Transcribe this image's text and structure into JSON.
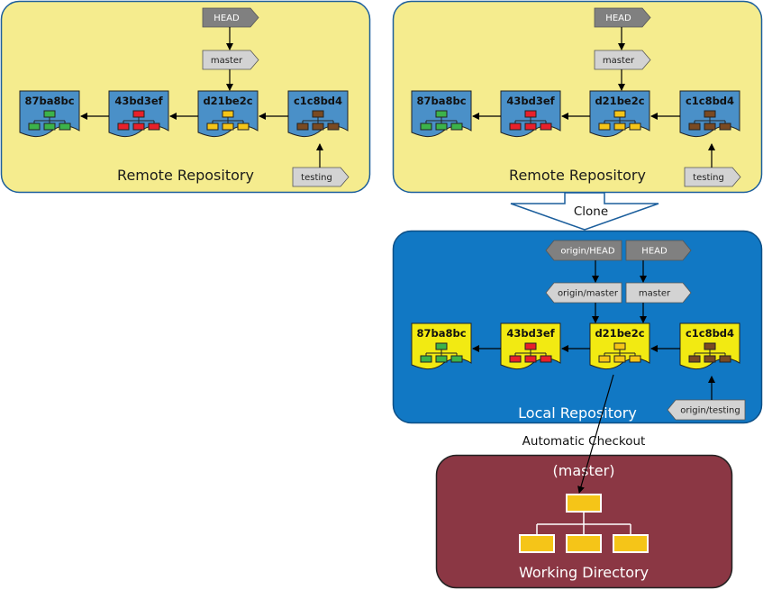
{
  "panels": {
    "remote_left": {
      "title": "Remote Repository"
    },
    "remote_right": {
      "title": "Remote Repository"
    },
    "local": {
      "title": "Local Repository"
    },
    "working": {
      "title": "Working Directory",
      "branch": "(master)"
    }
  },
  "commits": {
    "c1": {
      "id": "87ba8bc",
      "color": "#3cb34a"
    },
    "c2": {
      "id": "43bd3ef",
      "color": "#e8202a"
    },
    "c3": {
      "id": "d21be2c",
      "color": "#f5c518"
    },
    "c4": {
      "id": "c1c8bd4",
      "color": "#7a4a22"
    }
  },
  "refs": {
    "head": "HEAD",
    "master": "master",
    "testing": "testing",
    "origin_head": "origin/HEAD",
    "origin_master": "origin/master",
    "origin_testing": "origin/testing"
  },
  "labels": {
    "clone": "Clone",
    "automatic_checkout": "Automatic Checkout"
  },
  "colors": {
    "remote_panel": "#f5ec8e",
    "local_panel": "#1178c4",
    "working_panel": "#8b3744",
    "remote_commit": "#4a90c8",
    "local_commit": "#f2ea12",
    "ref_light": "#d3d3d3",
    "ref_dark": "#808080"
  }
}
